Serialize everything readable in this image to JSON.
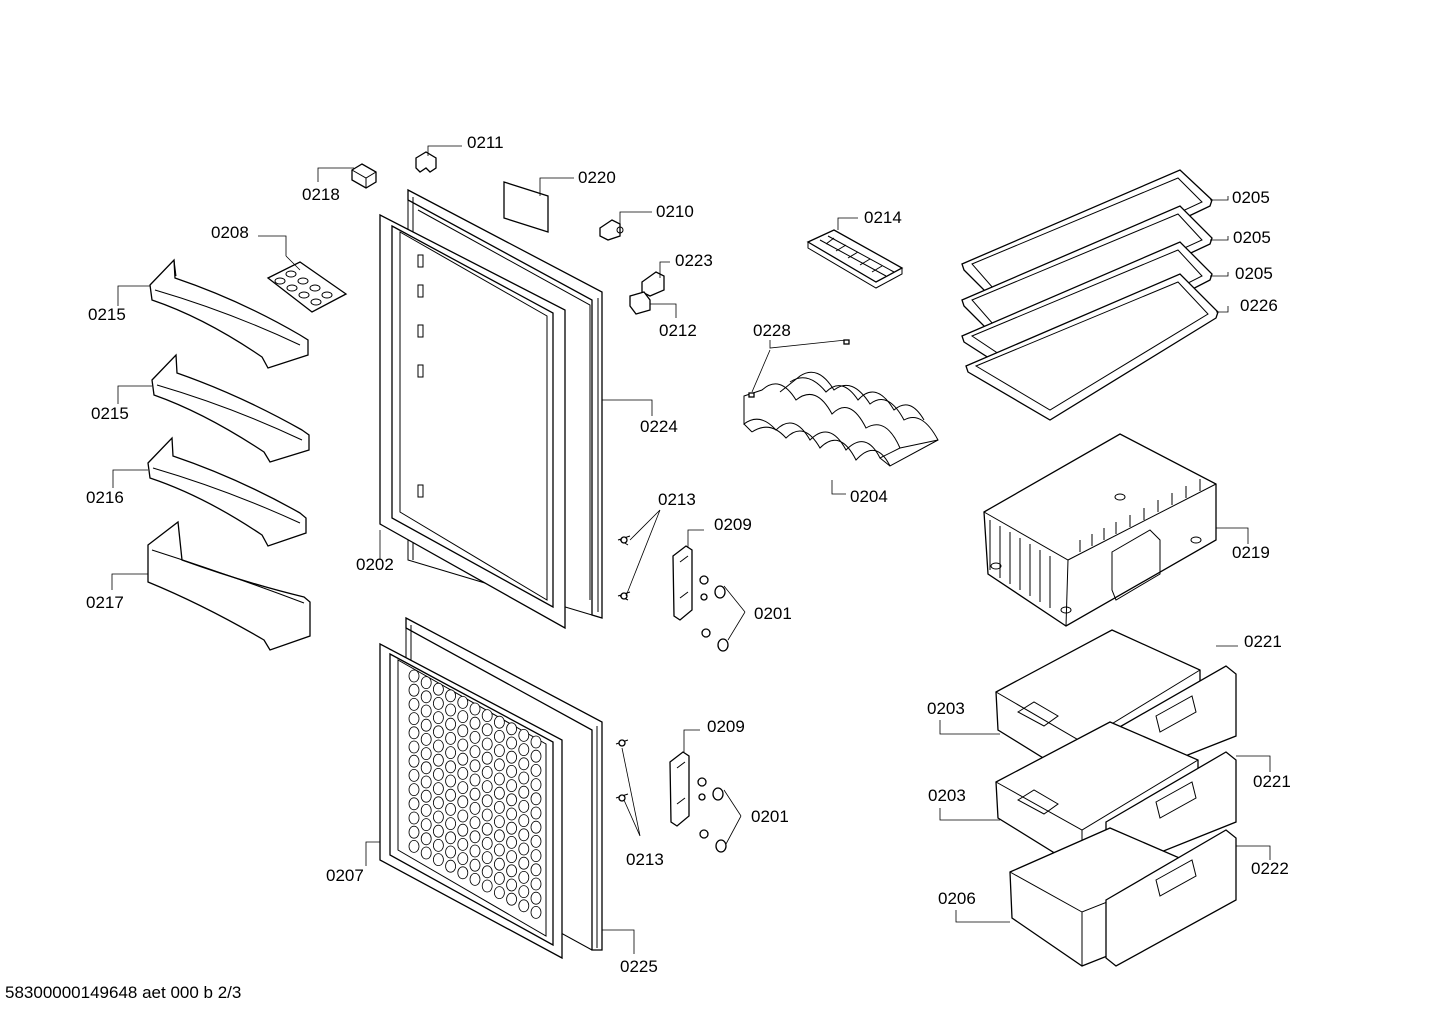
{
  "diagram": {
    "footer_text": "58300000149648 aet 000 b 2/3",
    "labels": {
      "l0211": "0211",
      "l0218": "0218",
      "l0220": "0220",
      "l0210": "0210",
      "l0208": "0208",
      "l0223": "0223",
      "l0215a": "0215",
      "l0212": "0212",
      "l0215b": "0215",
      "l0224": "0224",
      "l0216": "0216",
      "l0213a": "0213",
      "l0209a": "0209",
      "l0202": "0202",
      "l0217": "0217",
      "l0201a": "0201",
      "l0209b": "0209",
      "l0201b": "0201",
      "l0213b": "0213",
      "l0207": "0207",
      "l0225": "0225",
      "l0214": "0214",
      "l0228": "0228",
      "l0204": "0204",
      "l0205a": "0205",
      "l0205b": "0205",
      "l0205c": "0205",
      "l0226": "0226",
      "l0219": "0219",
      "l0221a": "0221",
      "l0203a": "0203",
      "l0221b": "0221",
      "l0203b": "0203",
      "l0222": "0222",
      "l0206": "0206"
    }
  }
}
